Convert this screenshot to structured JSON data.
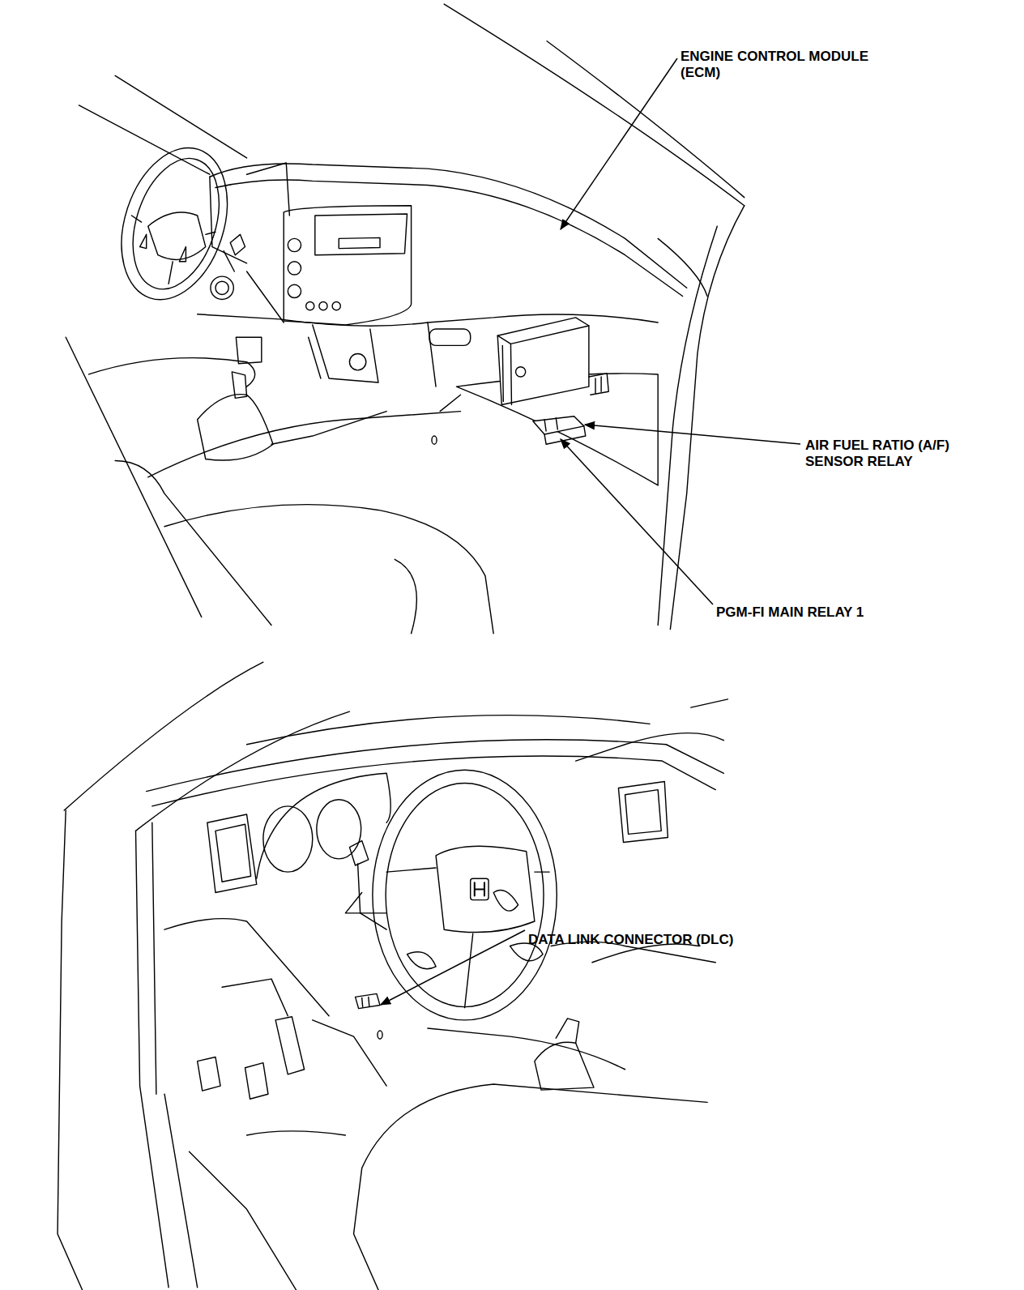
{
  "diagram": {
    "labels": [
      "ENGINE CONTROL MODULE (ECM)",
      "AIR FUEL RATIO (A/F) SENSOR RELAY",
      "PGM-FI MAIN RELAY 1",
      "DATA LINK CONNECTOR (DLC)"
    ]
  }
}
